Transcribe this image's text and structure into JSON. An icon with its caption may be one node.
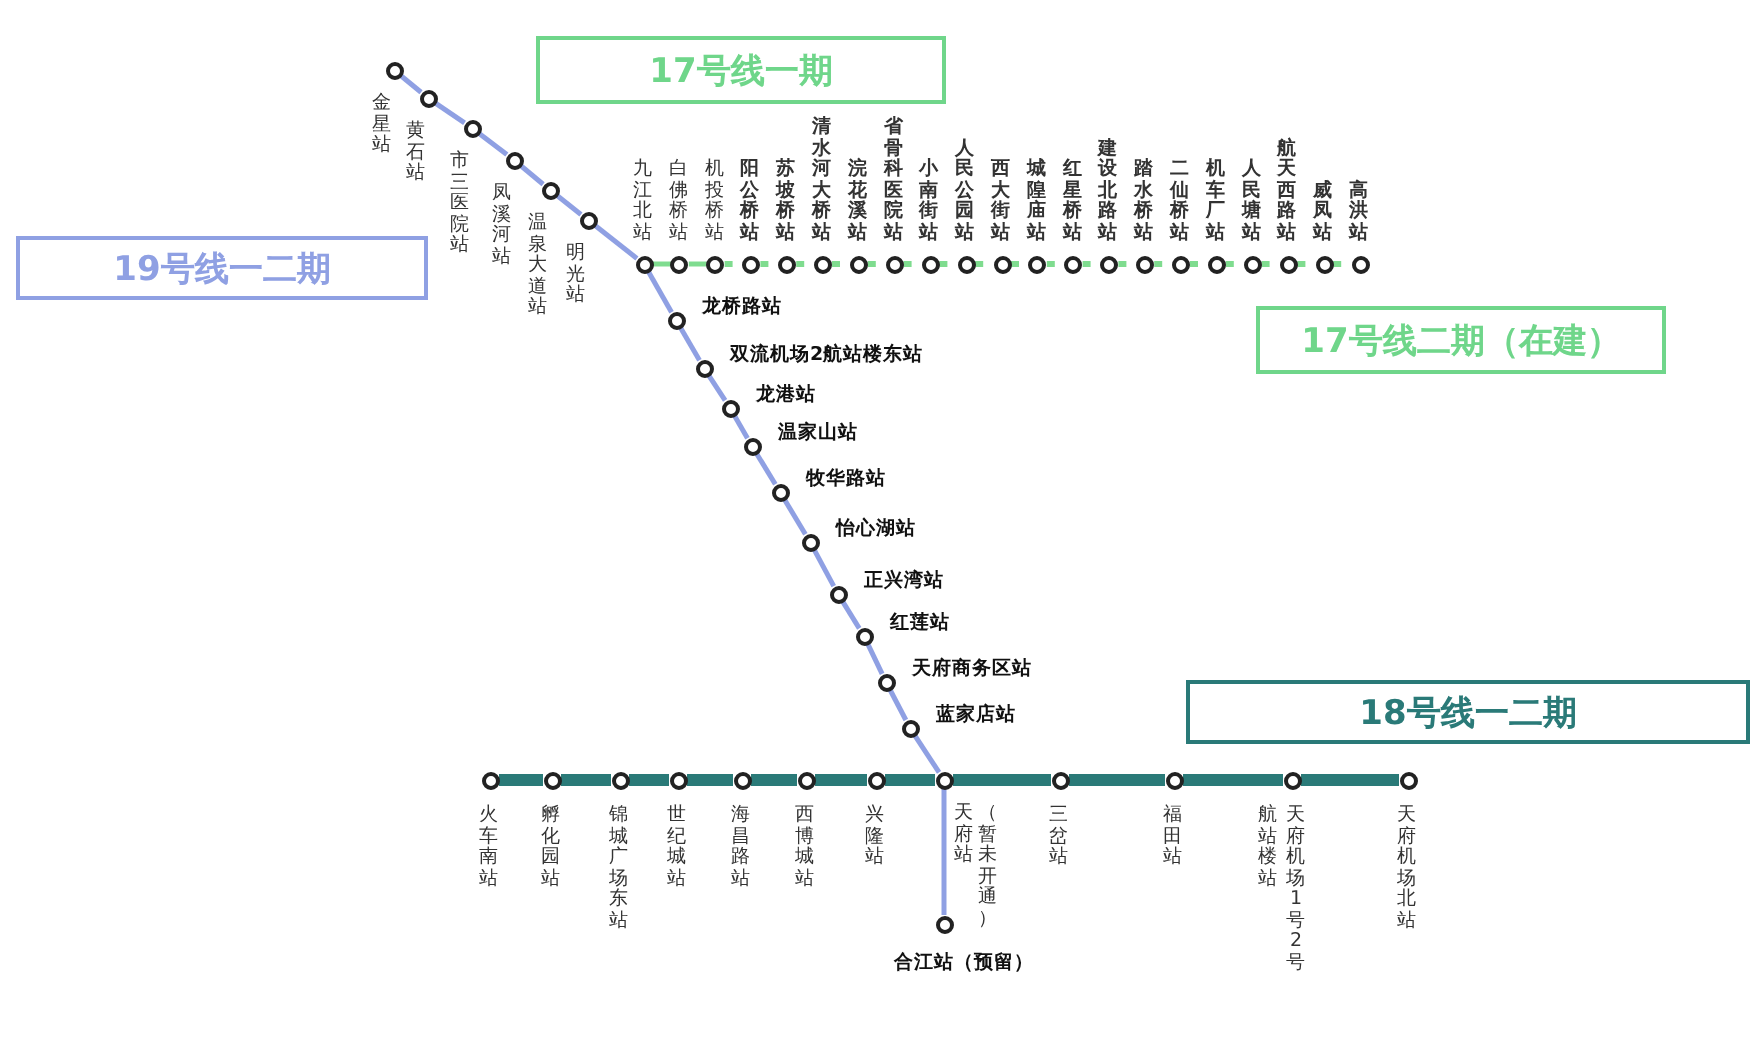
{
  "diagram": {
    "nodes": [
      {
        "text": [
          "17号线一期"
        ]
      },
      {
        "text": [
          "19号线一二期"
        ]
      },
      {
        "text": [
          "17号线二期（在建）"
        ]
      },
      {
        "text": [
          "18号线一二期"
        ]
      },
      {
        "text": [],
        "shape": "circle",
        "beside": [
          "金星站"
        ]
      },
      {
        "text": [],
        "shape": "circle",
        "beside": [
          "黄石站"
        ]
      },
      {
        "text": [],
        "shape": "circle",
        "beside": [
          "市三医院站"
        ]
      },
      {
        "text": [],
        "shape": "circle",
        "beside": [
          "凤溪河站"
        ]
      },
      {
        "text": [],
        "shape": "circle",
        "beside": [
          "温泉大道站"
        ]
      },
      {
        "text": [],
        "shape": "circle",
        "beside": [
          "明光站"
        ]
      },
      {
        "text": [],
        "shape": "circle",
        "beside": [
          "九江北站"
        ]
      },
      {
        "text": [],
        "shape": "circle",
        "beside": [
          "白佛桥站"
        ]
      },
      {
        "text": [],
        "shape": "circle",
        "beside": [
          "机投桥站"
        ]
      },
      {
        "text": [],
        "shape": "circle",
        "beside": [
          "阳公桥站"
        ]
      },
      {
        "text": [],
        "shape": "circle",
        "beside": [
          "苏坡桥站"
        ]
      },
      {
        "text": [],
        "shape": "circle",
        "beside": [
          "清水河大桥站"
        ]
      },
      {
        "text": [],
        "shape": "circle",
        "beside": [
          "浣花溪站"
        ]
      },
      {
        "text": [],
        "shape": "circle",
        "beside": [
          "省骨科医院站"
        ]
      },
      {
        "text": [],
        "shape": "circle",
        "beside": [
          "小南街站"
        ]
      },
      {
        "text": [],
        "shape": "circle",
        "beside": [
          "人民公园站"
        ]
      },
      {
        "text": [],
        "shape": "circle",
        "beside": [
          "西大街站"
        ]
      },
      {
        "text": [],
        "shape": "circle",
        "beside": [
          "城隍庙站"
        ]
      },
      {
        "text": [],
        "shape": "circle",
        "beside": [
          "红星桥站"
        ]
      },
      {
        "text": [],
        "shape": "circle",
        "beside": [
          "建设北路站"
        ]
      },
      {
        "text": [],
        "shape": "circle",
        "beside": [
          "踏水桥站"
        ]
      },
      {
        "text": [],
        "shape": "circle",
        "beside": [
          "二仙桥站"
        ]
      },
      {
        "text": [],
        "shape": "circle",
        "beside": [
          "机车厂站"
        ]
      },
      {
        "text": [],
        "shape": "circle",
        "beside": [
          "人民塘站"
        ]
      },
      {
        "text": [],
        "shape": "circle",
        "beside": [
          "航天西路站"
        ]
      },
      {
        "text": [],
        "shape": "circle",
        "beside": [
          "威凤站"
        ]
      },
      {
        "text": [],
        "shape": "circle",
        "beside": [
          "高洪站"
        ]
      },
      {
        "text": [],
        "shape": "circle",
        "beside": [
          "龙桥路站"
        ]
      },
      {
        "text": [],
        "shape": "circle",
        "beside": [
          "双流机场2航站楼东站"
        ]
      },
      {
        "text": [],
        "shape": "circle",
        "beside": [
          "龙港站"
        ]
      },
      {
        "text": [],
        "shape": "circle",
        "beside": [
          "温家山站"
        ]
      },
      {
        "text": [],
        "shape": "circle",
        "beside": [
          "牧华路站"
        ]
      },
      {
        "text": [],
        "shape": "circle",
        "beside": [
          "怡心湖站"
        ]
      },
      {
        "text": [],
        "shape": "circle",
        "beside": [
          "正兴湾站"
        ]
      },
      {
        "text": [],
        "shape": "circle",
        "beside": [
          "红莲站"
        ]
      },
      {
        "text": [],
        "shape": "circle",
        "beside": [
          "天府商务区站"
        ]
      },
      {
        "text": [],
        "shape": "circle",
        "beside": [
          "蓝家店站"
        ]
      },
      {
        "text": [],
        "shape": "circle",
        "beside": [
          "火车南站"
        ]
      },
      {
        "text": [],
        "shape": "circle",
        "beside": [
          "孵化园站"
        ]
      },
      {
        "text": [],
        "shape": "circle",
        "beside": [
          "锦城广场东站"
        ]
      },
      {
        "text": [],
        "shape": "circle",
        "beside": [
          "世纪城站"
        ]
      },
      {
        "text": [],
        "shape": "circle",
        "beside": [
          "海昌路站"
        ]
      },
      {
        "text": [],
        "shape": "circle",
        "beside": [
          "西博城站"
        ]
      },
      {
        "text": [],
        "shape": "circle",
        "beside": [
          "兴隆站"
        ]
      },
      {
        "text": [],
        "shape": "circle",
        "beside": [
          "天府站",
          "（暂未开通）"
        ]
      },
      {
        "text": [],
        "shape": "circle",
        "beside": [
          "三岔站"
        ]
      },
      {
        "text": [],
        "shape": "circle",
        "beside": [
          "福田站"
        ]
      },
      {
        "text": [],
        "shape": "circle",
        "beside": [
          "天府机场1号2号航站楼站"
        ]
      },
      {
        "text": [],
        "shape": "circle",
        "beside": [
          "天府机场北站"
        ]
      },
      {
        "text": [],
        "shape": "circle",
        "beside": [
          "合江站（预留）"
        ]
      }
    ],
    "edges": [
      {
        "from": 4,
        "to": 5,
        "arrow": "none",
        "color": "#8fa0e3"
      },
      {
        "from": 5,
        "to": 6,
        "arrow": "none",
        "color": "#8fa0e3"
      },
      {
        "from": 6,
        "to": 7,
        "arrow": "none",
        "color": "#8fa0e3"
      },
      {
        "from": 7,
        "to": 8,
        "arrow": "none",
        "color": "#8fa0e3"
      },
      {
        "from": 8,
        "to": 9,
        "arrow": "none",
        "color": "#8fa0e3"
      },
      {
        "from": 9,
        "to": 10,
        "arrow": "none",
        "color": "#8fa0e3"
      },
      {
        "from": 10,
        "to": 11,
        "arrow": "none"
      },
      {
        "from": 11,
        "to": 12,
        "arrow": "none"
      },
      {
        "from": 12,
        "to": 13,
        "arrow": "none",
        "style": "dashed"
      },
      {
        "from": 13,
        "to": 14,
        "arrow": "none",
        "style": "dashed"
      },
      {
        "from": 14,
        "to": 15,
        "arrow": "none",
        "style": "dashed"
      },
      {
        "from": 15,
        "to": 16,
        "arrow": "none",
        "style": "dashed"
      },
      {
        "from": 16,
        "to": 17,
        "arrow": "none",
        "style": "dashed"
      },
      {
        "from": 17,
        "to": 18,
        "arrow": "none",
        "style": "dashed"
      },
      {
        "from": 18,
        "to": 19,
        "arrow": "none",
        "style": "dashed"
      },
      {
        "from": 19,
        "to": 20,
        "arrow": "none",
        "style": "dashed"
      },
      {
        "from": 20,
        "to": 21,
        "arrow": "none",
        "style": "dashed"
      },
      {
        "from": 21,
        "to": 22,
        "arrow": "none",
        "style": "dashed"
      },
      {
        "from": 22,
        "to": 23,
        "arrow": "none",
        "style": "dashed"
      },
      {
        "from": 23,
        "to": 24,
        "arrow": "none",
        "style": "dashed"
      },
      {
        "from": 24,
        "to": 25,
        "arrow": "none",
        "style": "dashed"
      },
      {
        "from": 25,
        "to": 26,
        "arrow": "none",
        "style": "dashed"
      },
      {
        "from": 26,
        "to": 27,
        "arrow": "none",
        "style": "dashed"
      },
      {
        "from": 27,
        "to": 28,
        "arrow": "none",
        "style": "dashed"
      },
      {
        "from": 28,
        "to": 29,
        "arrow": "none",
        "style": "dashed"
      },
      {
        "from": 29,
        "to": 30,
        "arrow": "none",
        "style": "dashed"
      },
      {
        "from": 10,
        "to": 31,
        "arrow": "none",
        "color": "#8fa0e3"
      },
      {
        "from": 31,
        "to": 32,
        "arrow": "none",
        "color": "#8fa0e3"
      },
      {
        "from": 32,
        "to": 33,
        "arrow": "none",
        "color": "#8fa0e3"
      },
      {
        "from": 33,
        "to": 34,
        "arrow": "none",
        "color": "#8fa0e3"
      },
      {
        "from": 34,
        "to": 35,
        "arrow": "none",
        "color": "#8fa0e3"
      },
      {
        "from": 35,
        "to": 36,
        "arrow": "none",
        "color": "#8fa0e3"
      },
      {
        "from": 36,
        "to": 37,
        "arrow": "none",
        "color": "#8fa0e3"
      },
      {
        "from": 37,
        "to": 38,
        "arrow": "none",
        "color": "#8fa0e3"
      },
      {
        "from": 38,
        "to": 39,
        "arrow": "none",
        "color": "#8fa0e3"
      },
      {
        "from": 39,
        "to": 40,
        "arrow": "none",
        "color": "#8fa0e3"
      },
      {
        "from": 40,
        "to": 48,
        "arrow": "none",
        "color": "#8fa0e3"
      },
      {
        "from": 48,
        "to": 53,
        "arrow": "none",
        "color": "#8fa0e3"
      },
      {
        "from": 41,
        "to": 42,
        "arrow": "none",
        "color": "#2a7a78",
        "style": "thick"
      },
      {
        "from": 42,
        "to": 43,
        "arrow": "none",
        "color": "#2a7a78",
        "style": "thick"
      },
      {
        "from": 43,
        "to": 44,
        "arrow": "none",
        "color": "#2a7a78",
        "style": "thick"
      },
      {
        "from": 44,
        "to": 45,
        "arrow": "none",
        "color": "#2a7a78",
        "style": "thick"
      },
      {
        "from": 45,
        "to": 46,
        "arrow": "none",
        "color": "#2a7a78",
        "style": "thick"
      },
      {
        "from": 46,
        "to": 47,
        "arrow": "none",
        "color": "#2a7a78",
        "style": "thick"
      },
      {
        "from": 47,
        "to": 48,
        "arrow": "none",
        "color": "#2a7a78",
        "style": "thick"
      },
      {
        "from": 48,
        "to": 49,
        "arrow": "none",
        "color": "#2a7a78",
        "style": "thick"
      },
      {
        "from": 49,
        "to": 50,
        "arrow": "none",
        "color": "#2a7a78",
        "style": "thick"
      },
      {
        "from": 50,
        "to": 51,
        "arrow": "none",
        "color": "#2a7a78",
        "style": "thick"
      },
      {
        "from": 51,
        "to": 52,
        "arrow": "none",
        "color": "#2a7a78",
        "style": "thick"
      }
    ]
  }
}
